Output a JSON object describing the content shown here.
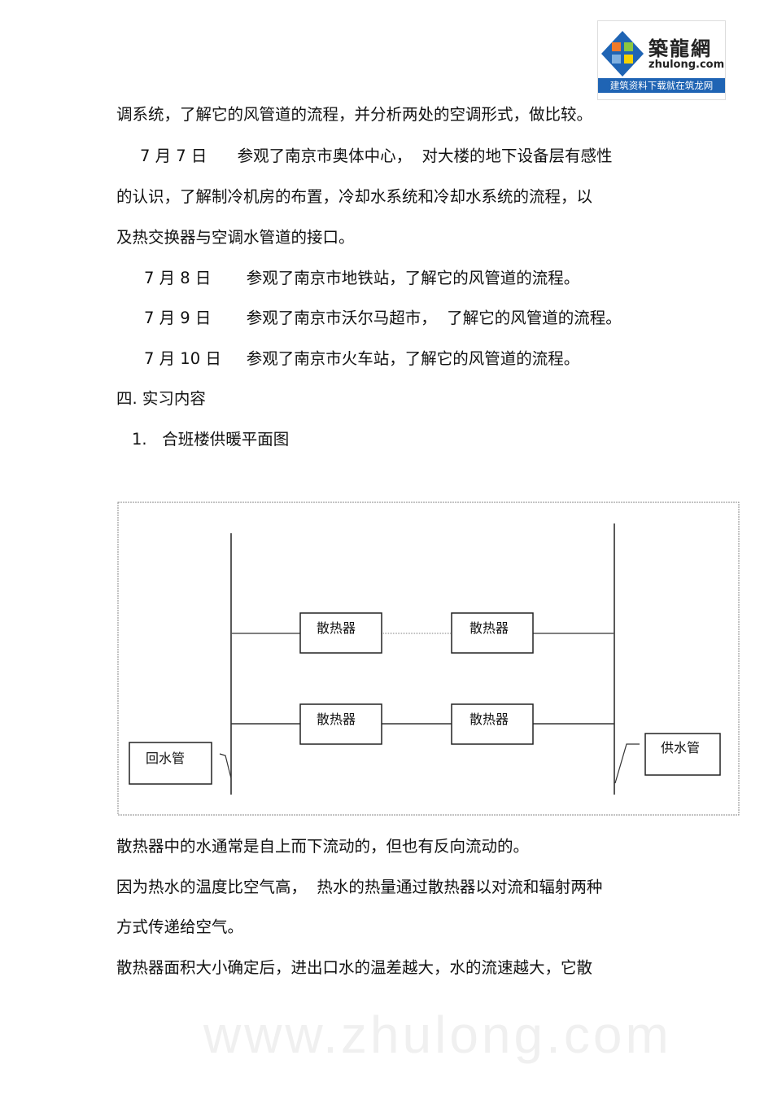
{
  "logo": {
    "name_cn": "築龍網",
    "domain": "zhulong.com",
    "slogan": "建筑资料下载就在筑龙网"
  },
  "watermark": "www.zhulong.com",
  "lines": [
    "调系统，了解它的风管道的流程，并分析两处的空调形式，做比较。",
    "7 月 7 日      参观了南京市奥体中心，  对大楼的地下设备层有感性",
    "的认识，了解制冷机房的布置，冷却水系统和冷却水系统的流程，以",
    "及热交换器与空调水管道的接口。",
    "7 月 8 日       参观了南京市地铁站，了解它的风管道的流程。",
    "7 月 9 日       参观了南京市沃尔马超市，  了解它的风管道的流程。",
    "7 月 10 日     参观了南京市火车站，了解它的风管道的流程。",
    "四. 实习内容",
    "1.   合班楼供暖平面图"
  ],
  "diagram": {
    "radiator_label": "散热器",
    "return_pipe": "回水管",
    "supply_pipe": "供水管"
  },
  "paragraphs": [
    "散热器中的水通常是自上而下流动的，但也有反向流动的。",
    "因为热水的温度比空气高，  热水的热量通过散热器以对流和辐射两种",
    "方式传递给空气。",
    "散热器面积大小确定后，进出口水的温差越大，水的流速越大，它散"
  ]
}
